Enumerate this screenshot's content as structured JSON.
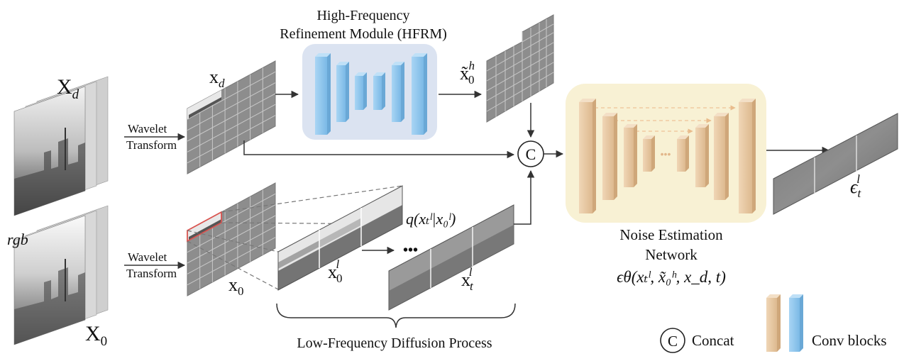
{
  "colors": {
    "hfrm_bg": "#dbe3f1",
    "noise_bg": "#f8f1d4",
    "conv_blue": "#8cc4ec",
    "conv_tan": "#e7c9a6",
    "grid_fill": "#8b8b8b",
    "arrow": "#333333",
    "crop_box": "#d9534f"
  },
  "labels": {
    "xd_big": "X",
    "xd_big_sub": "d",
    "x0_big": "X",
    "x0_big_sub": "0",
    "rgb": "rgb",
    "wavelet_1": "Wavelet",
    "transform_1": "Transform",
    "wavelet_2": "Wavelet",
    "transform_2": "Transform",
    "xd_small": "x",
    "xd_small_sub": "d",
    "x0_small": "x",
    "x0_small_sub": "0",
    "hfrm_title_1": "High-Frequency",
    "hfrm_title_2": "Refinement Module (HFRM)",
    "x0h": "x̃",
    "x0h_sub": "0",
    "x0h_sup": "h",
    "concat_symbol": "C",
    "q_expr": "q(xₜˡ|x₀ˡ)",
    "x0l": "x",
    "x0l_sub": "0",
    "x0l_sup": "l",
    "xtl": "x",
    "xtl_sub": "t",
    "xtl_sup": "l",
    "ellipsis": "•••",
    "lfdp": "Low-Frequency Diffusion Process",
    "noise_title_1": "Noise Estimation",
    "noise_title_2": "Network",
    "eps_expr": "ϵθ(xₜˡ, x̃₀ʰ, x_d, t)",
    "eps_out": "ϵ",
    "eps_out_sub": "t",
    "eps_out_sup": "l",
    "legend_concat_symbol": "C",
    "legend_concat": "Concat",
    "legend_conv": "Conv blocks"
  }
}
